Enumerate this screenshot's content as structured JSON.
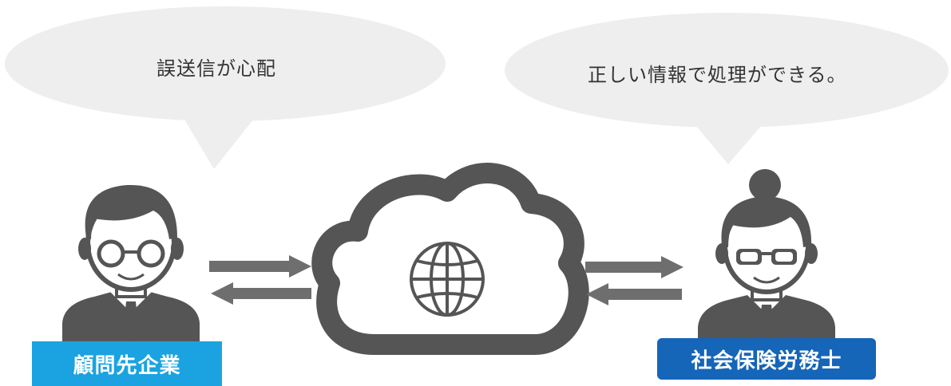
{
  "left_bubble": {
    "text": "誤送信が心配"
  },
  "right_bubble": {
    "text": "正しい情報で処理ができる。"
  },
  "left_person": {
    "label": "顧問先企業",
    "label_color": "#1aa3e0",
    "icon": "man-with-glasses-icon"
  },
  "right_person": {
    "label": "社会保険労務士",
    "label_color": "#1565b8",
    "icon": "woman-with-glasses-icon"
  },
  "center": {
    "icon": "cloud-globe-icon"
  },
  "colors": {
    "bubble": "#eeeeee",
    "icon": "#555555",
    "arrow": "#6e6e6e"
  }
}
